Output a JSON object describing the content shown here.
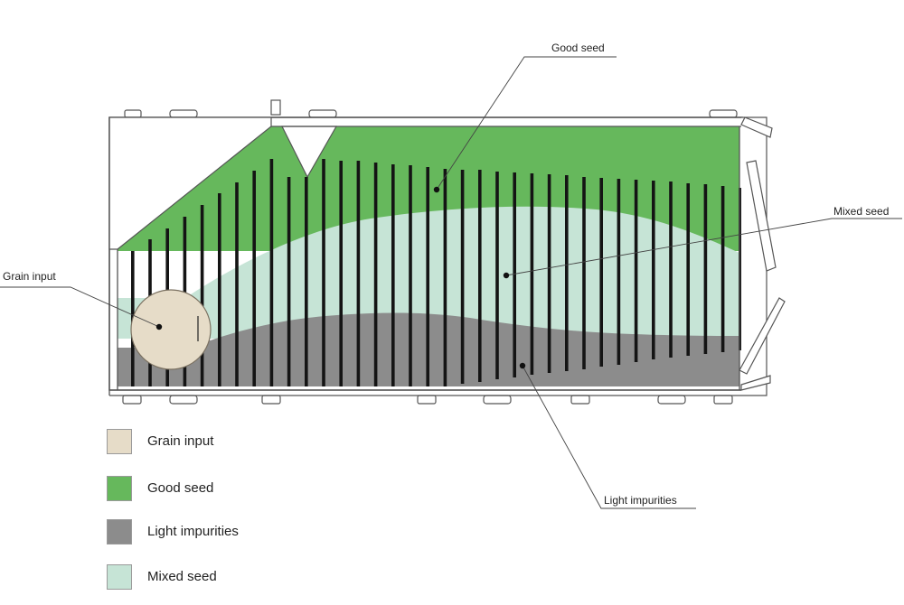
{
  "callouts": {
    "good_seed": "Good seed",
    "mixed_seed": "Mixed seed",
    "grain_input": "Grain input",
    "light_impurities": "Light impurities"
  },
  "legend": [
    {
      "label": "Grain input",
      "color": "#e6dcc8"
    },
    {
      "label": "Good seed",
      "color": "#66b85c"
    },
    {
      "label": "Light impurities",
      "color": "#8c8c8c"
    },
    {
      "label": "Mixed seed",
      "color": "#c6e4d6"
    }
  ],
  "colors": {
    "grain_input": "#e6dcc8",
    "good_seed": "#66b85c",
    "light_impurities": "#8c8c8c",
    "mixed_seed": "#c6e4d6",
    "louver": "#141414",
    "housing": "#ffffff",
    "outline": "#555555"
  }
}
